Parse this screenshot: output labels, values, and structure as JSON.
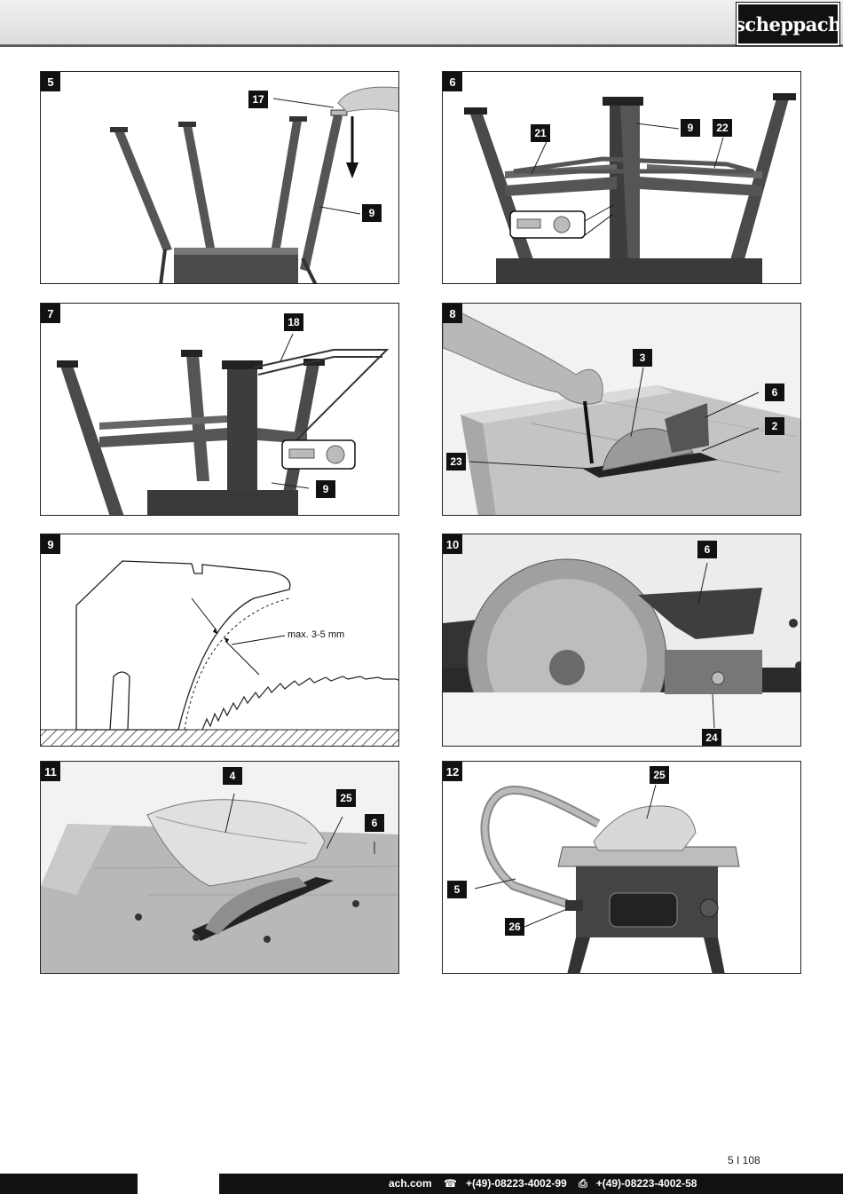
{
  "header": {
    "logo_text": "scheppach"
  },
  "figures": [
    {
      "number": "5",
      "callouts": [
        "17",
        "9"
      ]
    },
    {
      "number": "6",
      "callouts": [
        "21",
        "9",
        "22"
      ]
    },
    {
      "number": "7",
      "callouts": [
        "18",
        "9"
      ]
    },
    {
      "number": "8",
      "callouts": [
        "3",
        "6",
        "2",
        "23"
      ]
    },
    {
      "number": "9",
      "note": "max. 3-5 mm"
    },
    {
      "number": "10",
      "callouts": [
        "6",
        "24"
      ]
    },
    {
      "number": "11",
      "callouts": [
        "4",
        "25",
        "6"
      ]
    },
    {
      "number": "12",
      "callouts": [
        "25",
        "5",
        "26"
      ]
    }
  ],
  "page_number": "5 I 108",
  "footer": {
    "web": "ach.com",
    "phone_icon": "telephone-icon",
    "phone": "+(49)-08223-4002-99",
    "fax_icon": "fax-icon",
    "fax": "+(49)-08223-4002-58"
  }
}
